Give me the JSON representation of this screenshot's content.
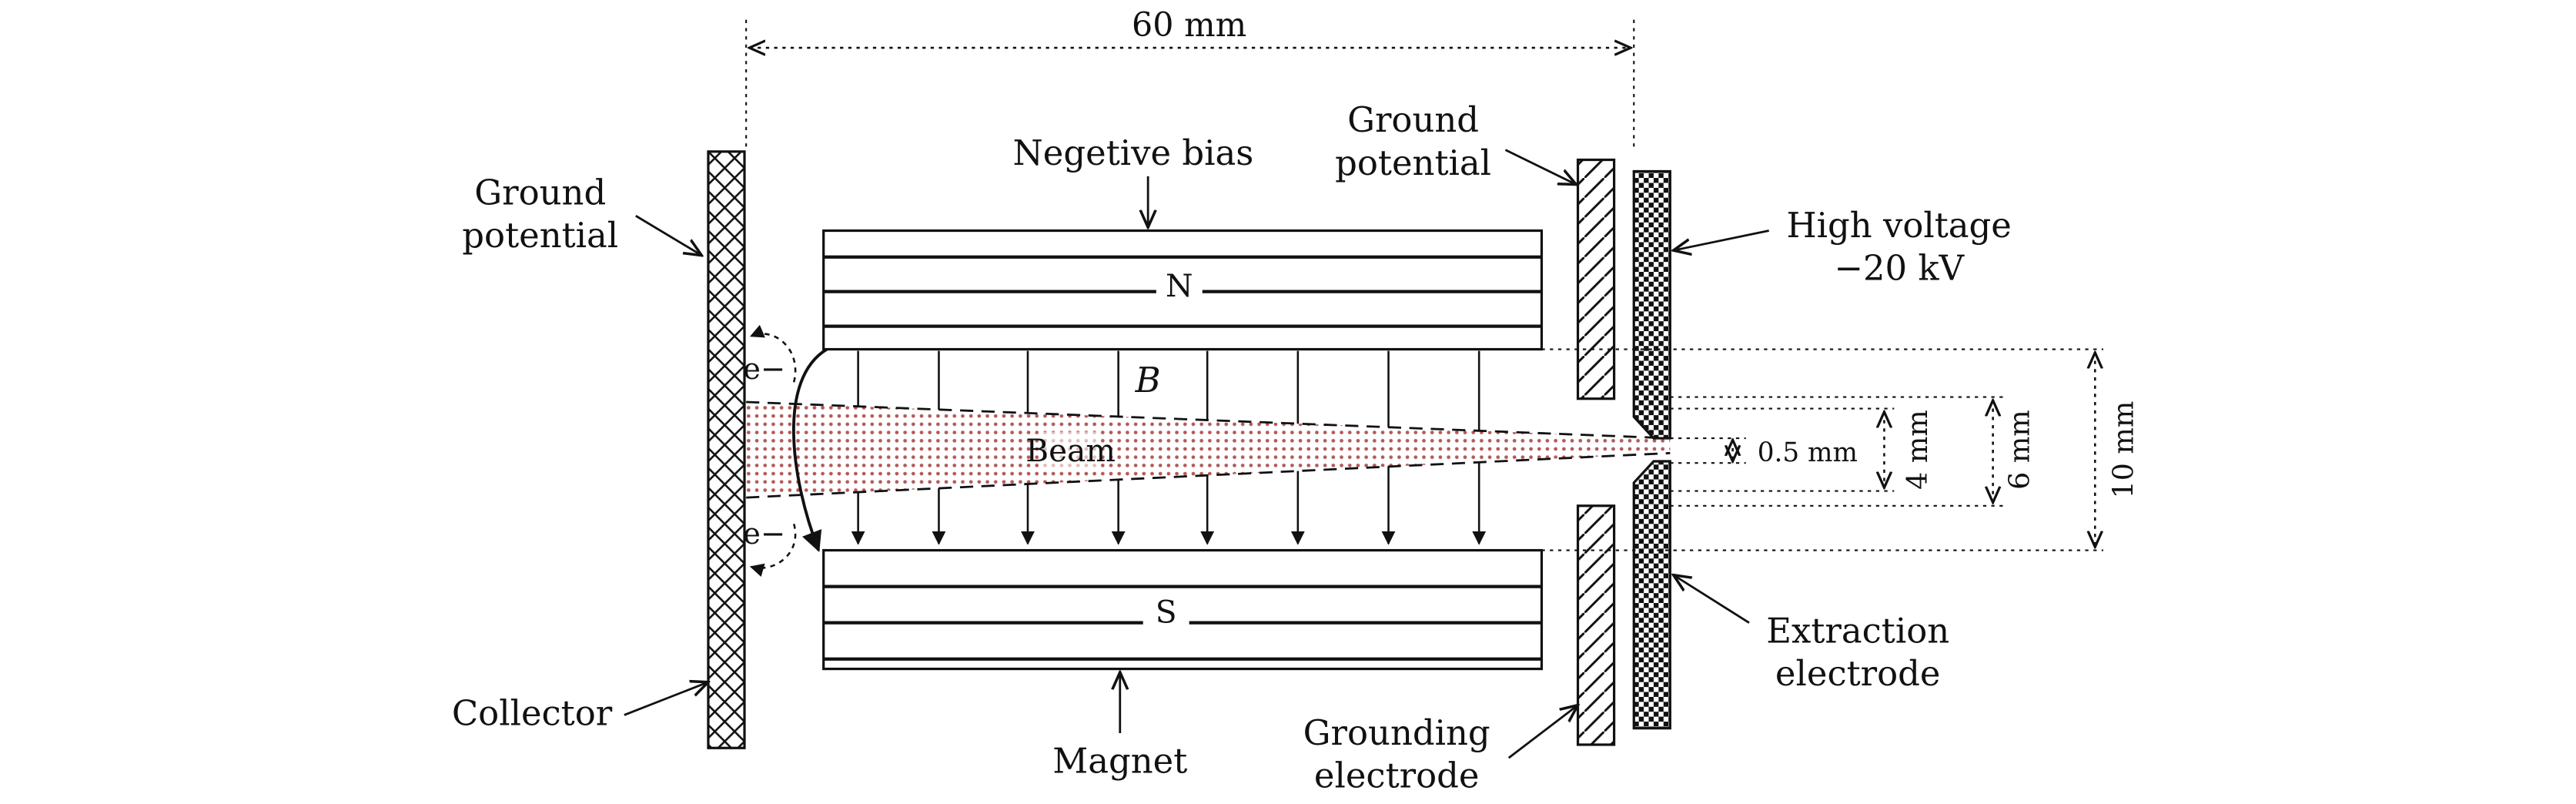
{
  "labels": {
    "dim_60": "60 mm",
    "negative_bias": "Negetive bias",
    "ground_potential_top_line1": "Ground",
    "ground_potential_top_line2": "potential",
    "ground_potential_left_line1": "Ground",
    "ground_potential_left_line2": "potential",
    "high_voltage_line1": "High voltage",
    "high_voltage_line2": "−20 kV",
    "north": "N",
    "south": "S",
    "field": "B",
    "beam": "Beam",
    "electron_top": "e−",
    "electron_bottom": "e−",
    "collector": "Collector",
    "magnet": "Magnet",
    "grounding_electrode_line1": "Grounding",
    "grounding_electrode_line2": "electrode",
    "extraction_electrode_line1": "Extraction",
    "extraction_electrode_line2": "electrode",
    "dim_05": "0.5 mm",
    "dim_4": "4 mm",
    "dim_6": "6 mm",
    "dim_10": "10 mm"
  },
  "colors": {
    "line": "#111111",
    "beam_fill": "#b35a5a",
    "background": "#ffffff"
  }
}
